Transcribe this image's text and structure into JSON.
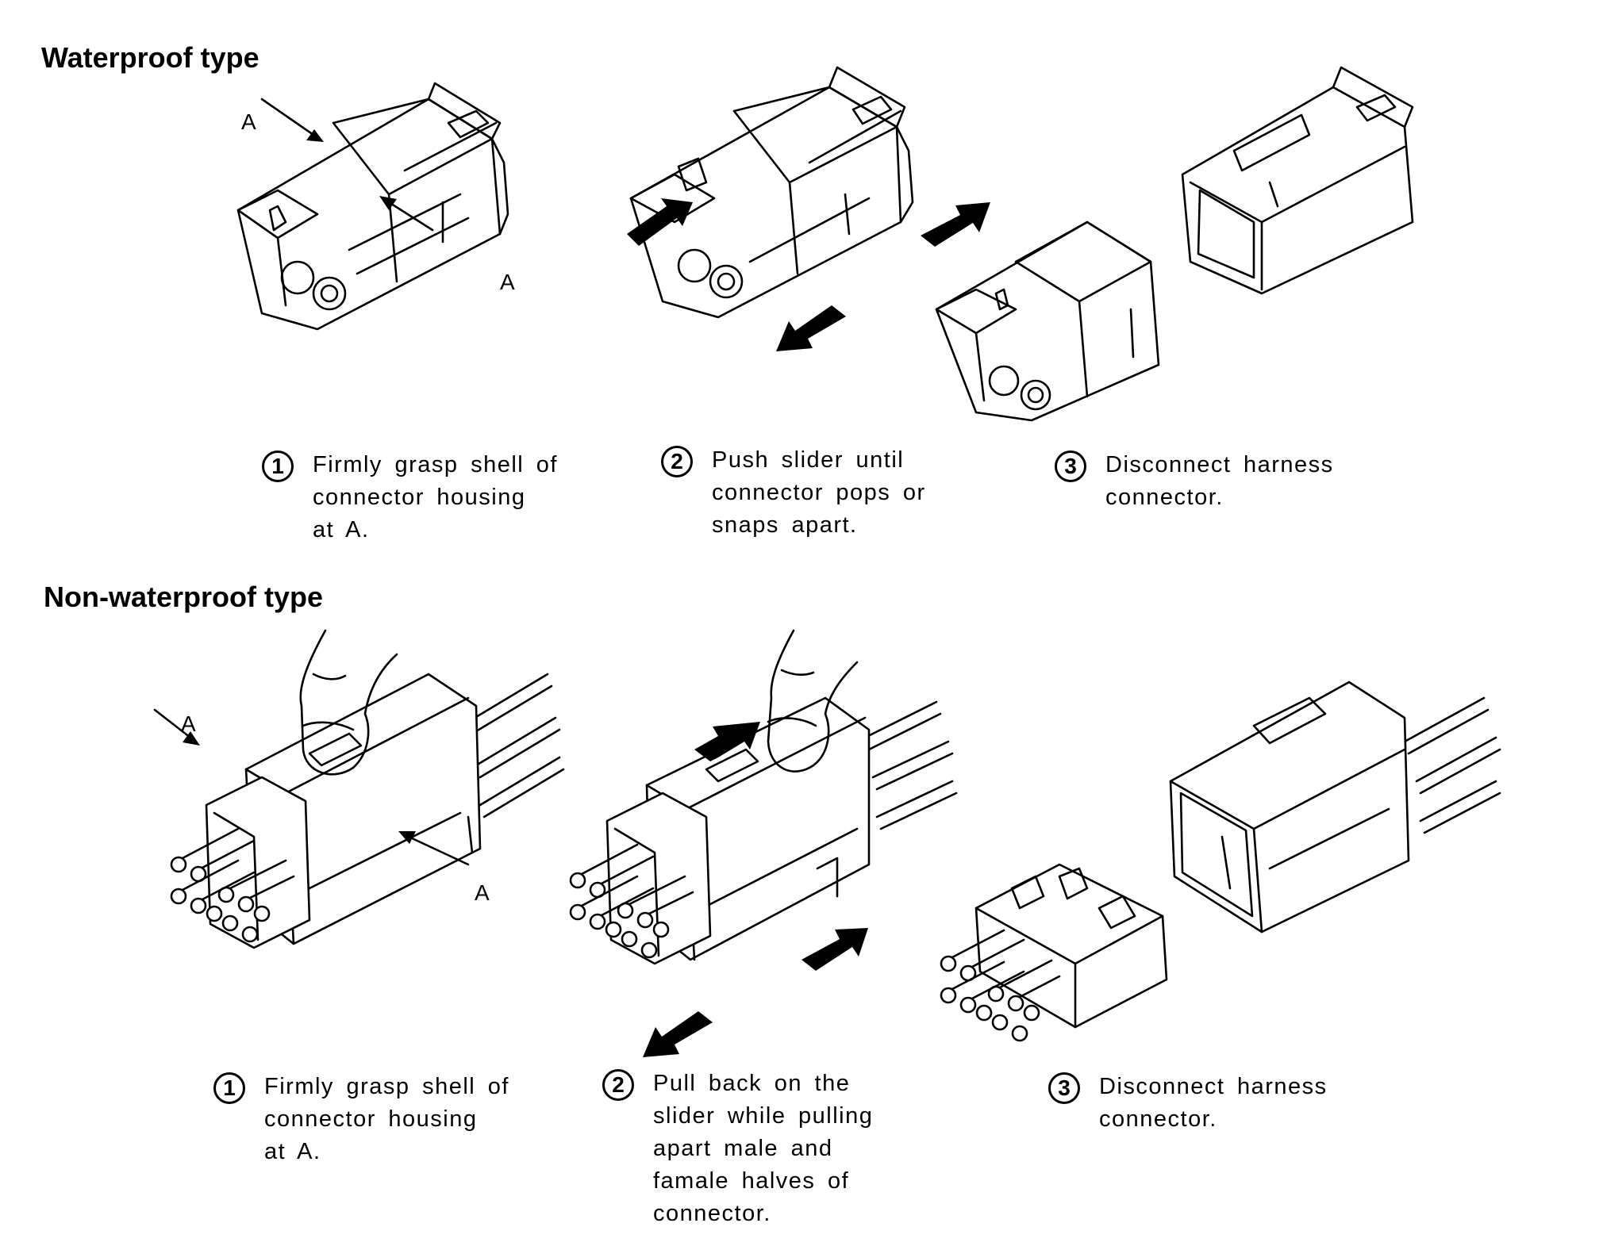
{
  "sections": [
    {
      "title": "Waterproof type",
      "callout_label": "A",
      "steps": [
        {
          "num": "1",
          "lines": [
            "Firmly grasp shell of",
            "connector housing",
            "at A."
          ]
        },
        {
          "num": "2",
          "lines": [
            "Push slider until",
            "connector pops or",
            "snaps apart."
          ]
        },
        {
          "num": "3",
          "lines": [
            "Disconnect harness",
            "connector."
          ]
        }
      ]
    },
    {
      "title": "Non-waterproof type",
      "callout_label": "A",
      "steps": [
        {
          "num": "1",
          "lines": [
            "Firmly grasp shell of",
            "connector housing",
            "at A."
          ]
        },
        {
          "num": "2",
          "lines": [
            "Pull back on the",
            "slider while pulling",
            "apart male and",
            "famale halves of",
            "connector."
          ]
        },
        {
          "num": "3",
          "lines": [
            "Disconnect harness",
            "connector."
          ]
        }
      ]
    }
  ]
}
